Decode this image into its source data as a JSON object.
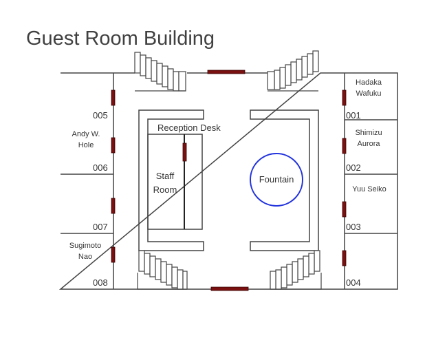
{
  "title": "Guest Room Building",
  "rooms": [
    {
      "number": "005",
      "guest": ""
    },
    {
      "number": "006",
      "guest": "Andy W.\nHole"
    },
    {
      "number": "007",
      "guest": ""
    },
    {
      "number": "008",
      "guest": "Sugimoto\nNao"
    },
    {
      "number": "001",
      "guest": "Hadaka\nWafuku"
    },
    {
      "number": "002",
      "guest": "Shimizu\nAurora"
    },
    {
      "number": "003",
      "guest": "Yuu Seiko"
    },
    {
      "number": "004",
      "guest": ""
    }
  ],
  "areas": {
    "reception_desk": "Reception Desk",
    "staff_room": "Staff\nRoom",
    "fountain": "Fountain"
  },
  "colors": {
    "wall": "#444444",
    "door": "#7a1010",
    "fountain": "#2233dd",
    "text": "#333333"
  }
}
